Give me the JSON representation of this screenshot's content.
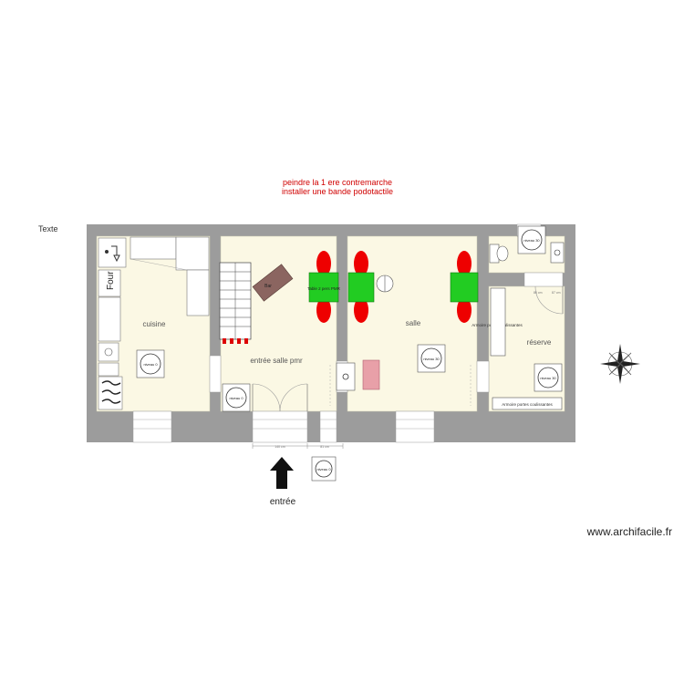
{
  "annotation": {
    "line1": "peindre la 1 ere contremarche",
    "line2": "installer une bande podotactile"
  },
  "texte_label": "Texte",
  "rooms": {
    "cuisine": "cuisine",
    "entree": "entrée salle pmr",
    "salle": "salle",
    "reserve": "réserve"
  },
  "furniture": {
    "four": "Four",
    "bar": "Bar",
    "table": "Table 2 pers PMR",
    "armoire_salle": "Armoire portes coulissantes",
    "armoire_reserve": "Armoire portes coulissantes"
  },
  "levels": {
    "cuisine": "niveau 0",
    "entree": "niveau 0",
    "salle": "niveau 30",
    "reserve": "niveau 30",
    "wc": "niveau 30",
    "exterior": "niveau 0"
  },
  "dimensions": {
    "d1": "140 cm",
    "d2": "81 cm",
    "d3": "80 cm",
    "d4": "87 cm"
  },
  "entree_label": "entrée",
  "website": "www.archifacile.fr",
  "colors": {
    "wall": "#9c9c9c",
    "floor": "#fbf8e4",
    "annotation": "#d00000",
    "chair_red": "#ee0000",
    "table_green": "#22cc22",
    "bar_brown": "#8b6560",
    "pink": "#e8a0a8"
  }
}
